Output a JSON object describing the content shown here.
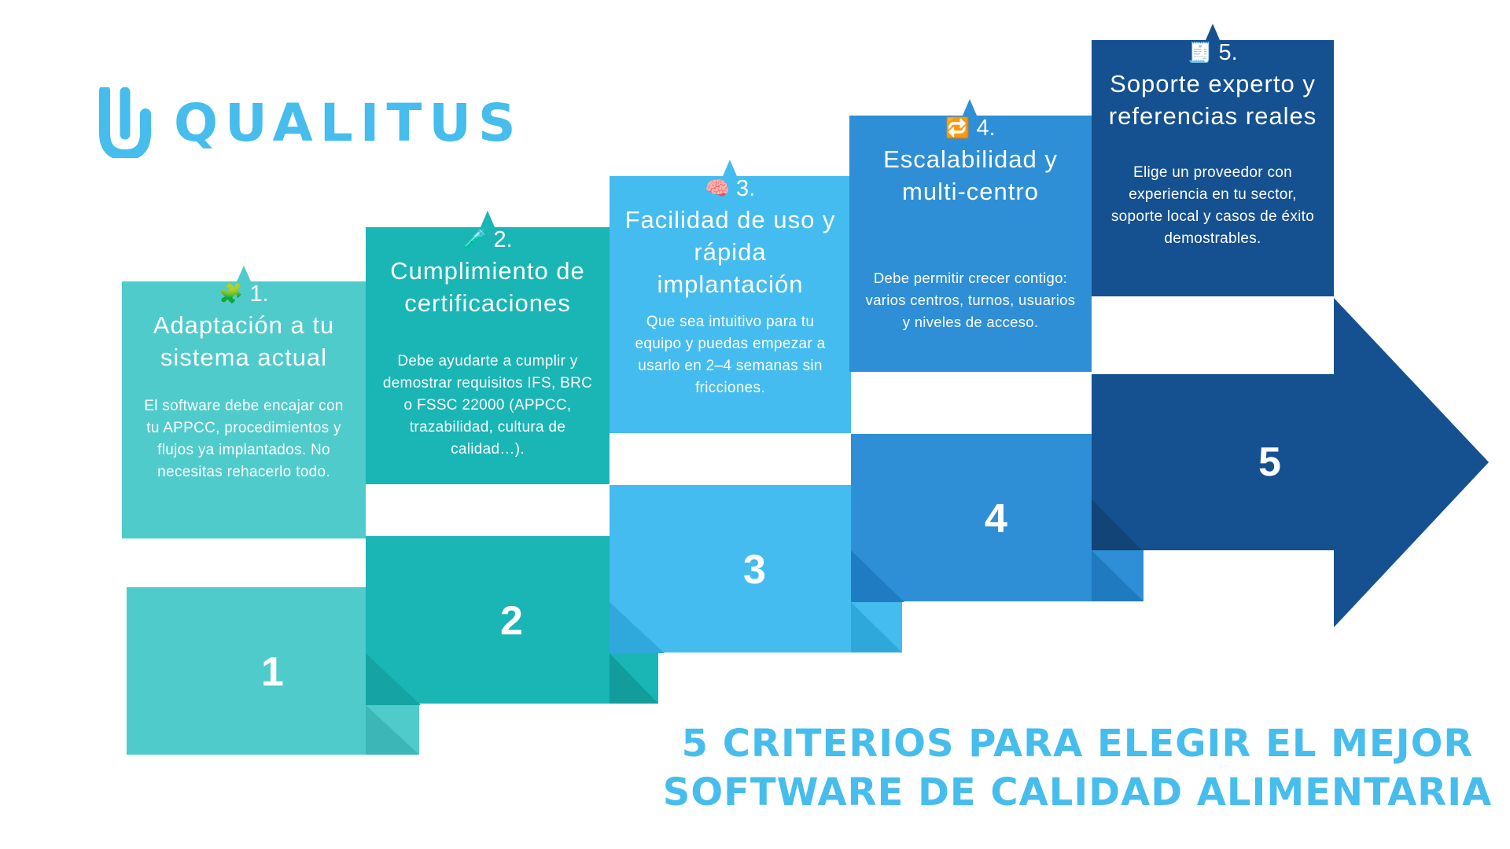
{
  "brand": {
    "name": "QUALITUS",
    "color": "#46bdec"
  },
  "title": {
    "line1": "5 CRITERIOS PARA ELEGIR EL MEJOR",
    "line2": "SOFTWARE DE CALIDAD ALIMENTARIA"
  },
  "steps": [
    {
      "step": "1",
      "number": "1.",
      "icon": "puzzle-icon",
      "glyph": "🧩",
      "title_lines": [
        "Adaptación a tu",
        "sistema actual"
      ],
      "description_lines": [
        "El software debe encajar con",
        "tu APPCC, procedimientos y",
        "flujos ya implantados. No",
        "necesitas rehacerlo todo."
      ],
      "color": "#4fcbcb"
    },
    {
      "step": "2",
      "number": "2.",
      "icon": "test-tube-icon",
      "glyph": "🧪",
      "title_lines": [
        "Cumplimiento de",
        "certificaciones"
      ],
      "description_lines": [
        "Debe ayudarte a cumplir y",
        "demostrar requisitos IFS, BRC",
        "o FSSC 22000 (APPCC,",
        "trazabilidad, cultura de",
        "calidad…)."
      ],
      "color": "#1ab5b5"
    },
    {
      "step": "3",
      "number": "3.",
      "icon": "brain-icon",
      "glyph": "🧠",
      "title_lines": [
        "Facilidad de uso y",
        "rápida",
        "implantación"
      ],
      "description_lines": [
        "Que sea intuitivo para tu",
        "equipo y puedas empezar a",
        "usarlo en 2–4 semanas sin",
        "fricciones."
      ],
      "color": "#45bcef"
    },
    {
      "step": "4",
      "number": "4.",
      "icon": "refresh-icon",
      "glyph": "🔁",
      "title_lines": [
        "Escalabilidad y",
        "multi-centro"
      ],
      "description_lines": [
        "Debe permitir crecer contigo:",
        "varios centros, turnos, usuarios",
        "y niveles de acceso."
      ],
      "color": "#2e8fd6"
    },
    {
      "step": "5",
      "number": "5.",
      "icon": "receipt-icon",
      "glyph": "🧾",
      "title_lines": [
        "Soporte experto y",
        "referencias reales"
      ],
      "description_lines": [
        "Elige un proveedor con",
        "experiencia en tu sector,",
        "soporte local y casos de éxito",
        "demostrables."
      ],
      "color": "#155190"
    }
  ]
}
